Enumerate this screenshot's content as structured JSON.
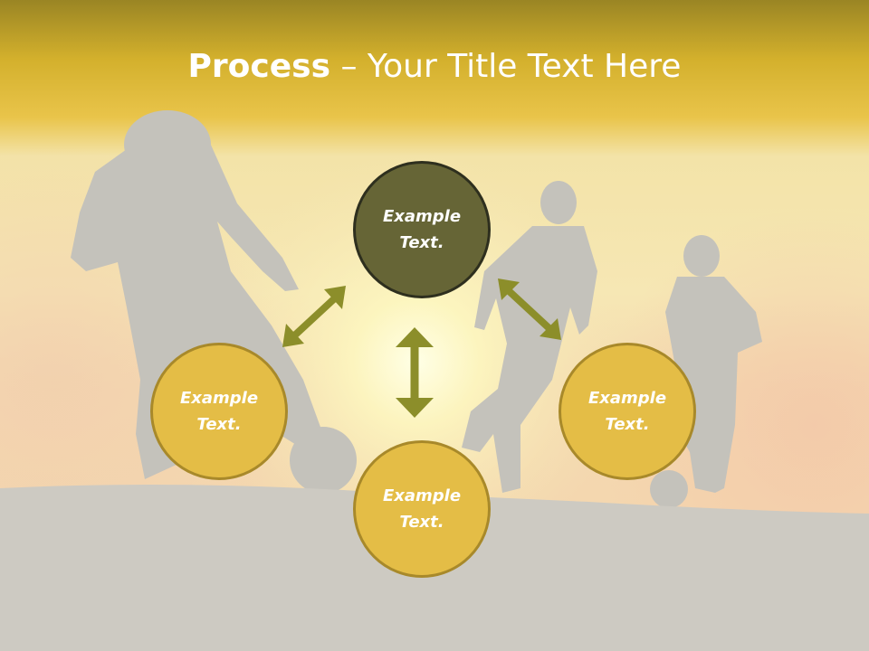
{
  "title": {
    "bold": "Process",
    "rest": " – Your Title Text Here"
  },
  "nodes": [
    {
      "id": "top",
      "line1": "Example",
      "line2": "Text."
    },
    {
      "id": "left",
      "line1": "Example",
      "line2": "Text."
    },
    {
      "id": "bottom",
      "line1": "Example",
      "line2": "Text."
    },
    {
      "id": "right",
      "line1": "Example",
      "line2": "Text."
    }
  ],
  "colors": {
    "title_band": "#b39623",
    "node_dark": "#666536",
    "node_gold": "#e4bd46",
    "arrow": "#8c8e2a",
    "ground": "#cdcac2",
    "silhouette": "#c4c2bb"
  },
  "icons": [
    "double-arrow-icon"
  ]
}
